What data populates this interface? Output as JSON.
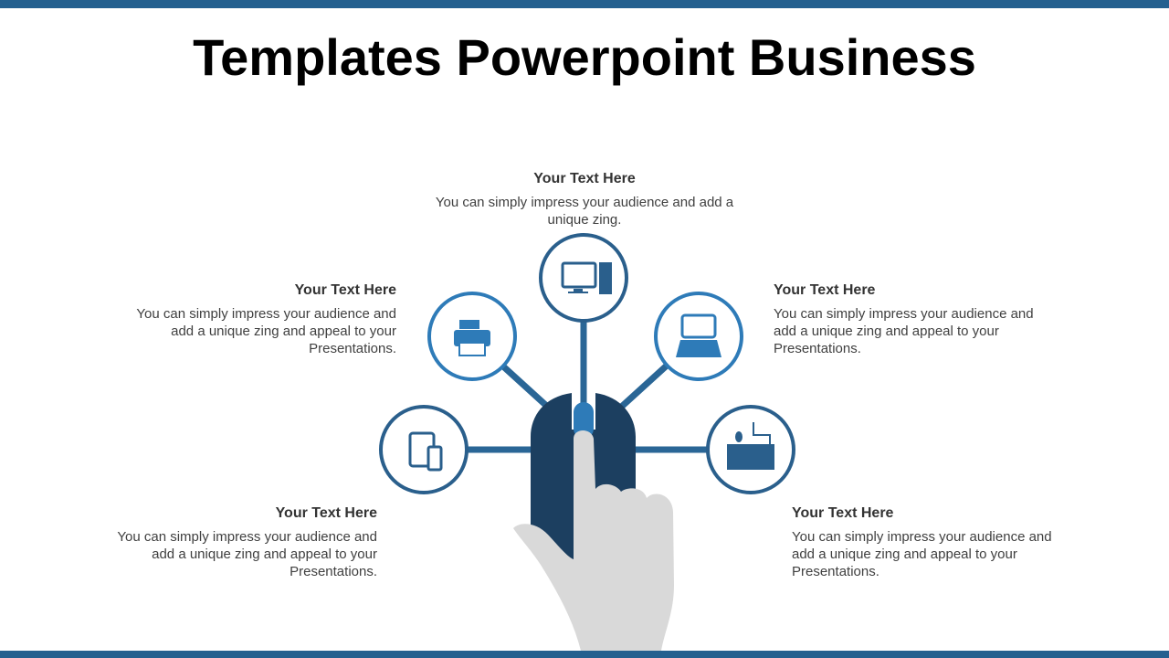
{
  "title": "Templates Powerpoint Business",
  "items": [
    {
      "heading": "Your Text Here",
      "body": "You can simply impress your audience and add a unique zing.",
      "icon": "desktop-computer-icon"
    },
    {
      "heading": "Your Text Here",
      "body": "You can simply impress your audience and add a unique zing and appeal to your Presentations.",
      "icon": "printer-icon"
    },
    {
      "heading": "Your Text Here",
      "body": "You can simply impress your audience and add a unique zing and appeal to your Presentations.",
      "icon": "laptop-icon"
    },
    {
      "heading": "Your Text Here",
      "body": "You can simply impress your audience and add a unique zing and appeal to your Presentations.",
      "icon": "tablet-phone-icon"
    },
    {
      "heading": "Your Text Here",
      "body": "You can simply impress your audience and add a unique zing and appeal to your Presentations.",
      "icon": "keyboard-mouse-icon"
    }
  ],
  "colors": {
    "accent": "#24608f",
    "navy": "#1c3f60",
    "blue": "#2e7bb8",
    "hand": "#d9d9d9"
  }
}
